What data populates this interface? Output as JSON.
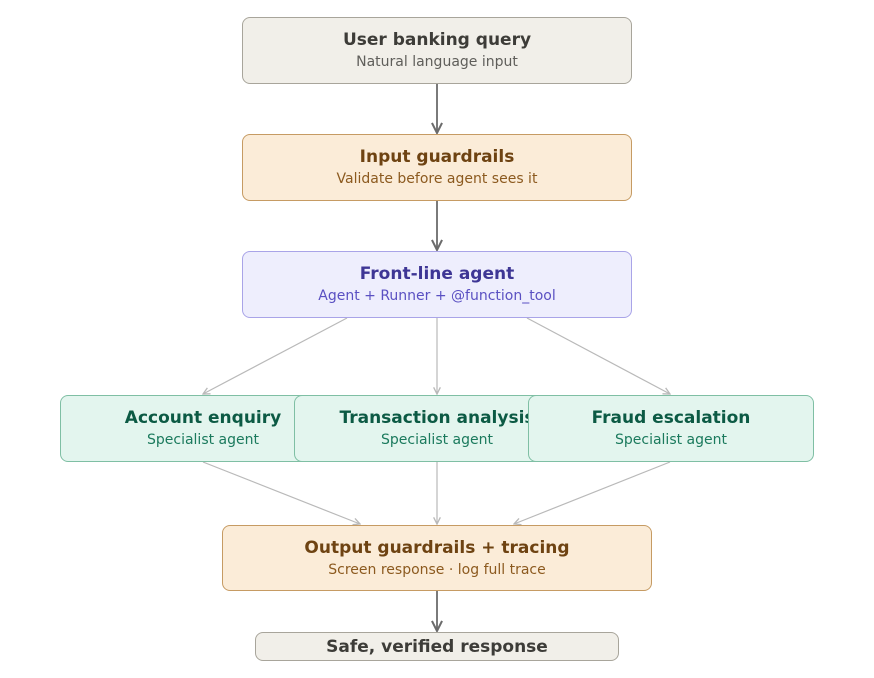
{
  "nodes": {
    "query": {
      "title": "User banking query",
      "subtitle": "Natural language input"
    },
    "input_guardrails": {
      "title": "Input guardrails",
      "subtitle": "Validate before agent sees it"
    },
    "frontline": {
      "title": "Front-line agent",
      "subtitle": "Agent + Runner + @function_tool"
    },
    "account": {
      "title": "Account enquiry",
      "subtitle": "Specialist agent"
    },
    "transaction": {
      "title": "Transaction analysis",
      "subtitle": "Specialist agent"
    },
    "fraud": {
      "title": "Fraud escalation",
      "subtitle": "Specialist agent"
    },
    "output_guardrails": {
      "title": "Output guardrails + tracing",
      "subtitle": "Screen response · log full trace"
    },
    "response": {
      "title": "Safe, verified response"
    }
  },
  "colors": {
    "gray": "#f1efe9",
    "amber": "#fbecd8",
    "purple": "#eeeefd",
    "teal": "#e3f5ee",
    "main_arrow": "#6b6b6b",
    "branch_arrow": "#b9b9b9"
  }
}
